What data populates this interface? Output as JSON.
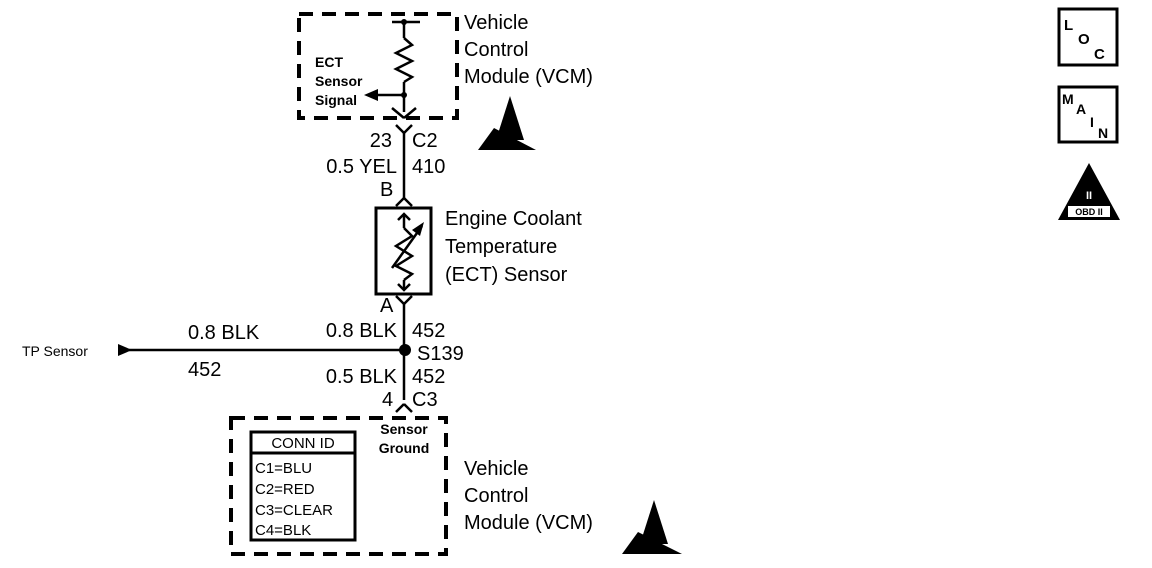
{
  "vcm_top": {
    "line1": "Vehicle",
    "line2": "Control",
    "line3": "Module (VCM)",
    "signal_line1": "ECT",
    "signal_line2": "Sensor",
    "signal_line3": "Signal"
  },
  "wire_top": {
    "pin": "23",
    "connector": "C2",
    "wire": "0.5 YEL",
    "circuit": "410",
    "sensor_pin": "B"
  },
  "sensor": {
    "line1": "Engine Coolant",
    "line2": "Temperature",
    "line3": "(ECT) Sensor",
    "pin": "A"
  },
  "wire_mid": {
    "wire": "0.8 BLK",
    "circuit": "452",
    "splice": "S139"
  },
  "tp": {
    "label": "TP Sensor",
    "wire": "0.8 BLK",
    "circuit": "452"
  },
  "wire_bottom": {
    "wire": "0.5 BLK",
    "circuit": "452",
    "pin": "4",
    "connector": "C3"
  },
  "vcm_bottom": {
    "line1": "Vehicle",
    "line2": "Control",
    "line3": "Module (VCM)",
    "ground_line1": "Sensor",
    "ground_line2": "Ground"
  },
  "conn_id": {
    "title": "CONN ID",
    "rows": [
      "C1=BLU",
      "C2=RED",
      "C3=CLEAR",
      "C4=BLK"
    ]
  },
  "legend": {
    "loc": [
      "L",
      "O",
      "C"
    ],
    "main": [
      "M",
      "A",
      "I",
      "N"
    ],
    "obd": [
      "II",
      "OBD II"
    ]
  }
}
